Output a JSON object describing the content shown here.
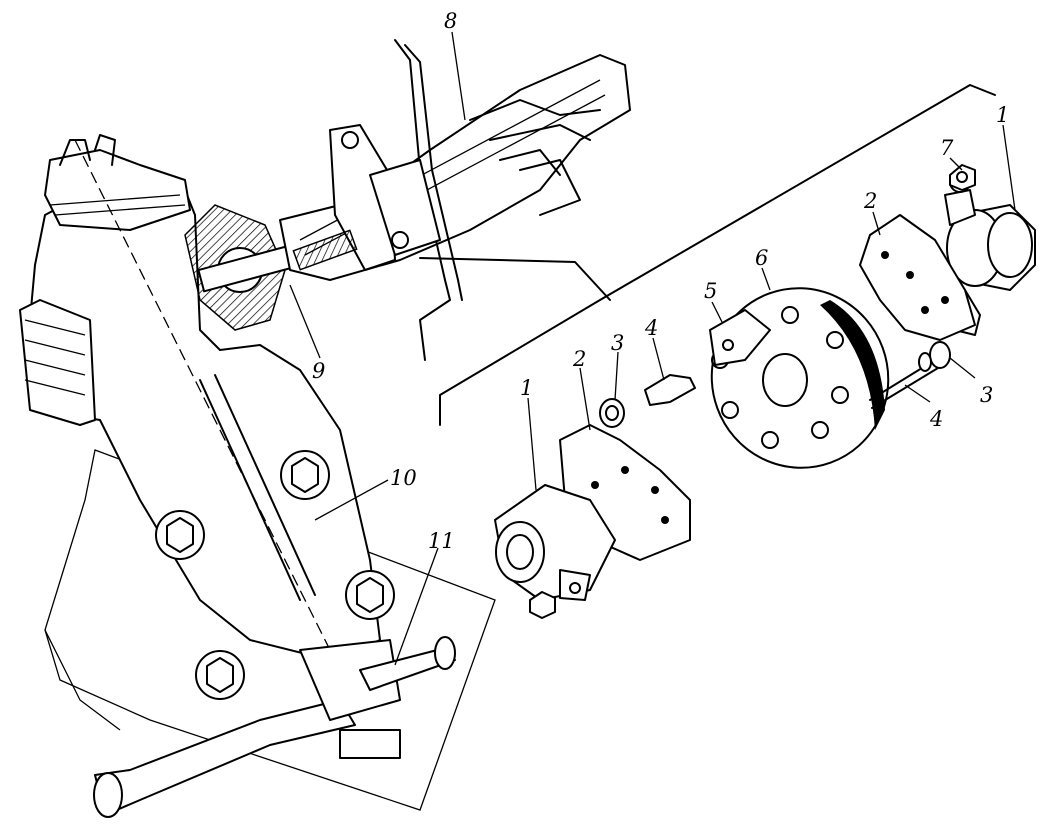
{
  "callouts": {
    "c1_right": "1",
    "c7": "7",
    "c2_right": "2",
    "c6": "6",
    "c5": "5",
    "c4_upper": "4",
    "c3_upper": "3",
    "c2_left": "2",
    "c1_left": "1",
    "c3_right": "3",
    "c4_right": "4",
    "c8": "8",
    "c9": "9",
    "c10": "10",
    "c11": "11"
  }
}
